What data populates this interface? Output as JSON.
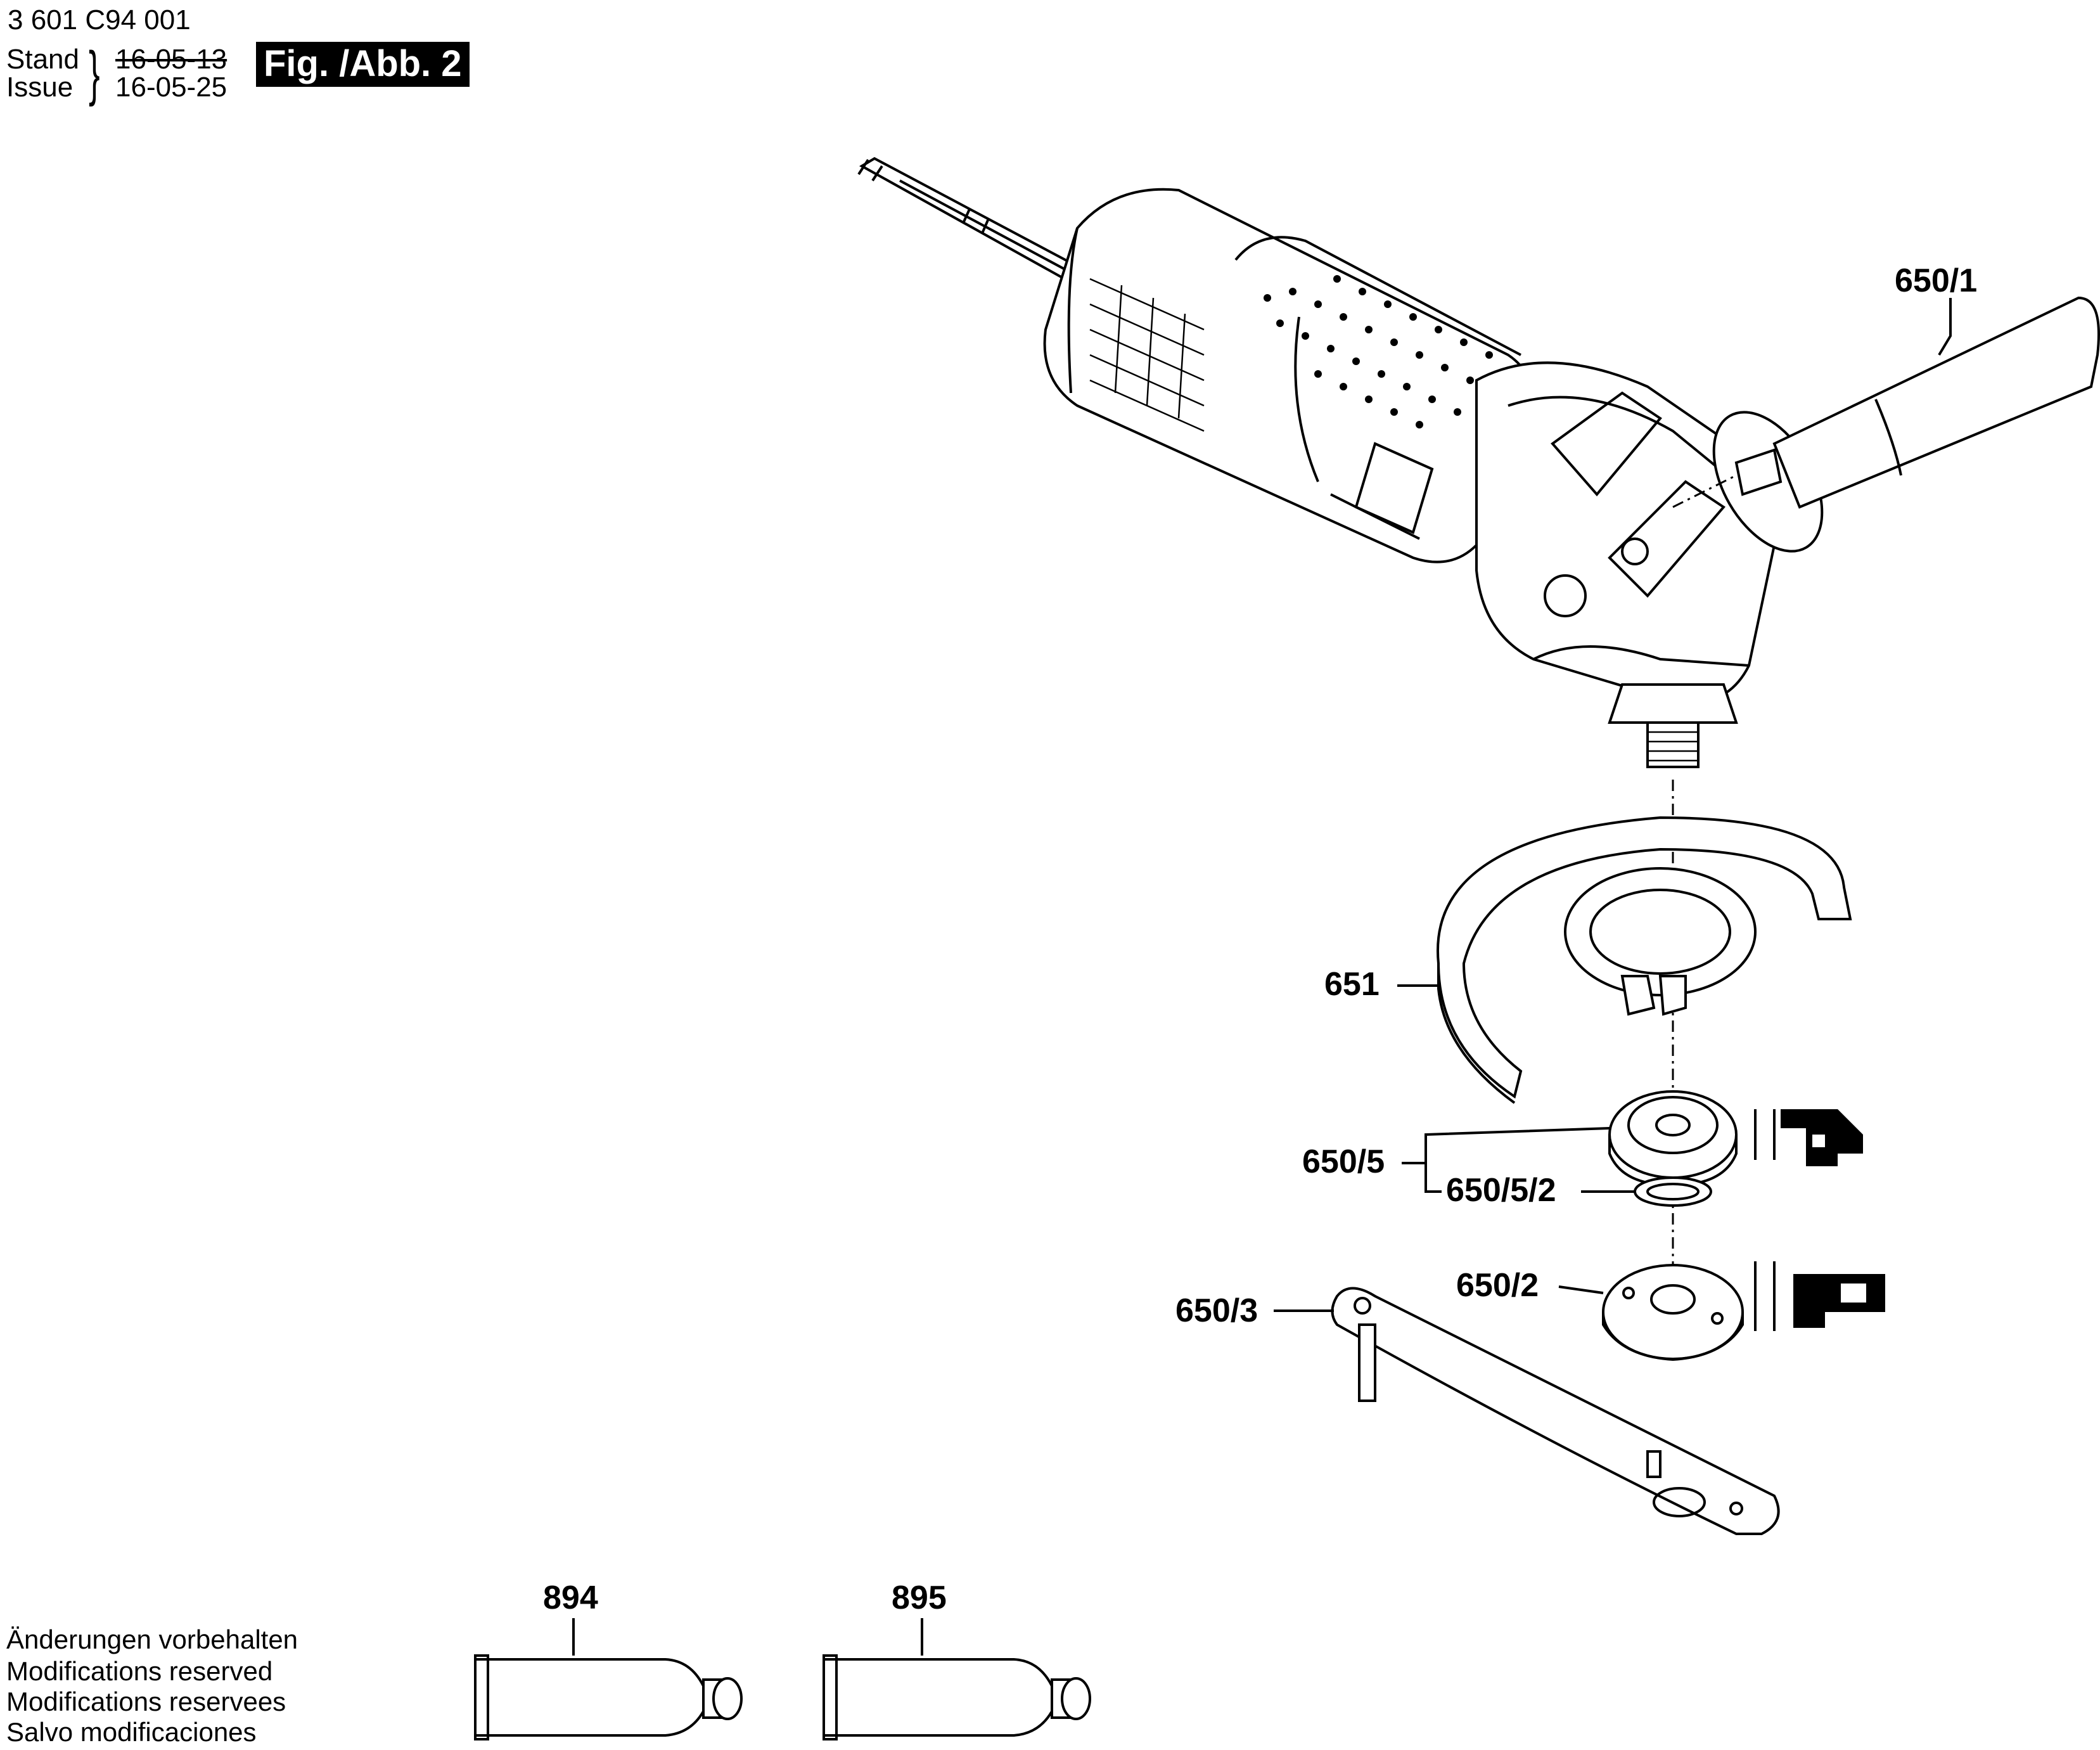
{
  "header": {
    "part_number": "3 601 C94 001",
    "stand_label": "Stand",
    "issue_label": "Issue",
    "stand_date": "16-05-13",
    "issue_date": "16-05-25",
    "figure_label": "Fig. /Abb. 2"
  },
  "parts": {
    "side_handle": "650/1",
    "guard": "651",
    "flange_set": "650/5",
    "flange_ring": "650/5/2",
    "clamp_nut": "650/2",
    "pin_wrench": "650/3",
    "grease_tube_1": "894",
    "grease_tube_2": "895"
  },
  "footer_notes": [
    "Änderungen vorbehalten",
    "Modifications reserved",
    "Modifications reservees",
    "Salvo modificaciones"
  ]
}
